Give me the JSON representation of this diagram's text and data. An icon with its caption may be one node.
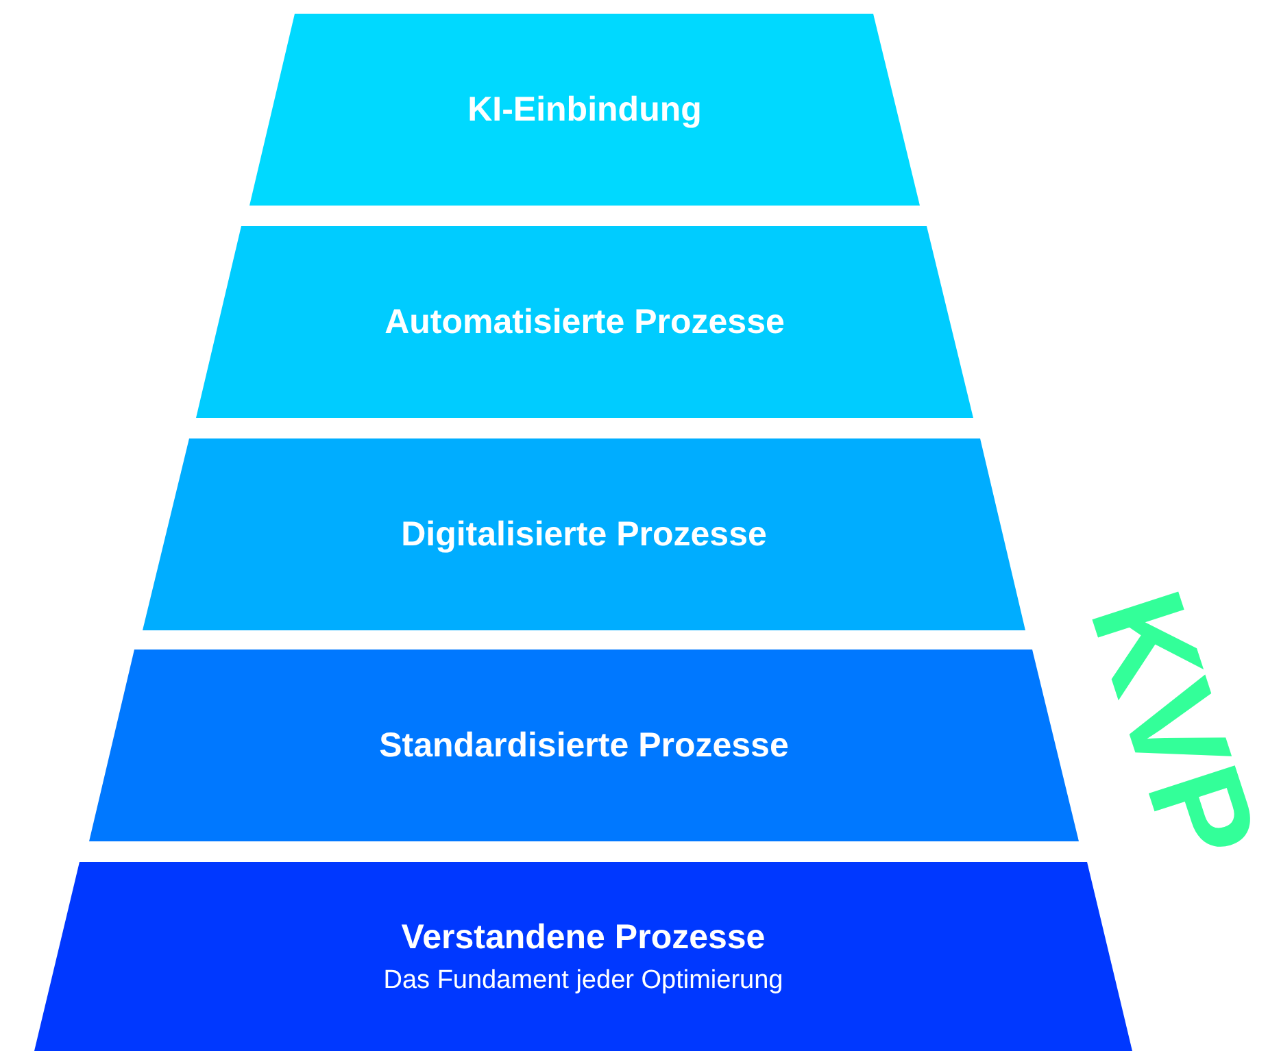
{
  "diagram": {
    "nodes": [
      {
        "text": [
          "KI-Einbindung"
        ]
      },
      {
        "text": [
          "Automatisierte Prozesse"
        ]
      },
      {
        "text": [
          "Digitalisierte Prozesse"
        ]
      },
      {
        "text": [
          "Standardisierte Prozesse"
        ]
      },
      {
        "text": [
          "Verstandene Prozesse",
          "Das Fundament jeder Optimierung"
        ]
      }
    ],
    "edges": [],
    "labels": [
      "KVP"
    ]
  }
}
